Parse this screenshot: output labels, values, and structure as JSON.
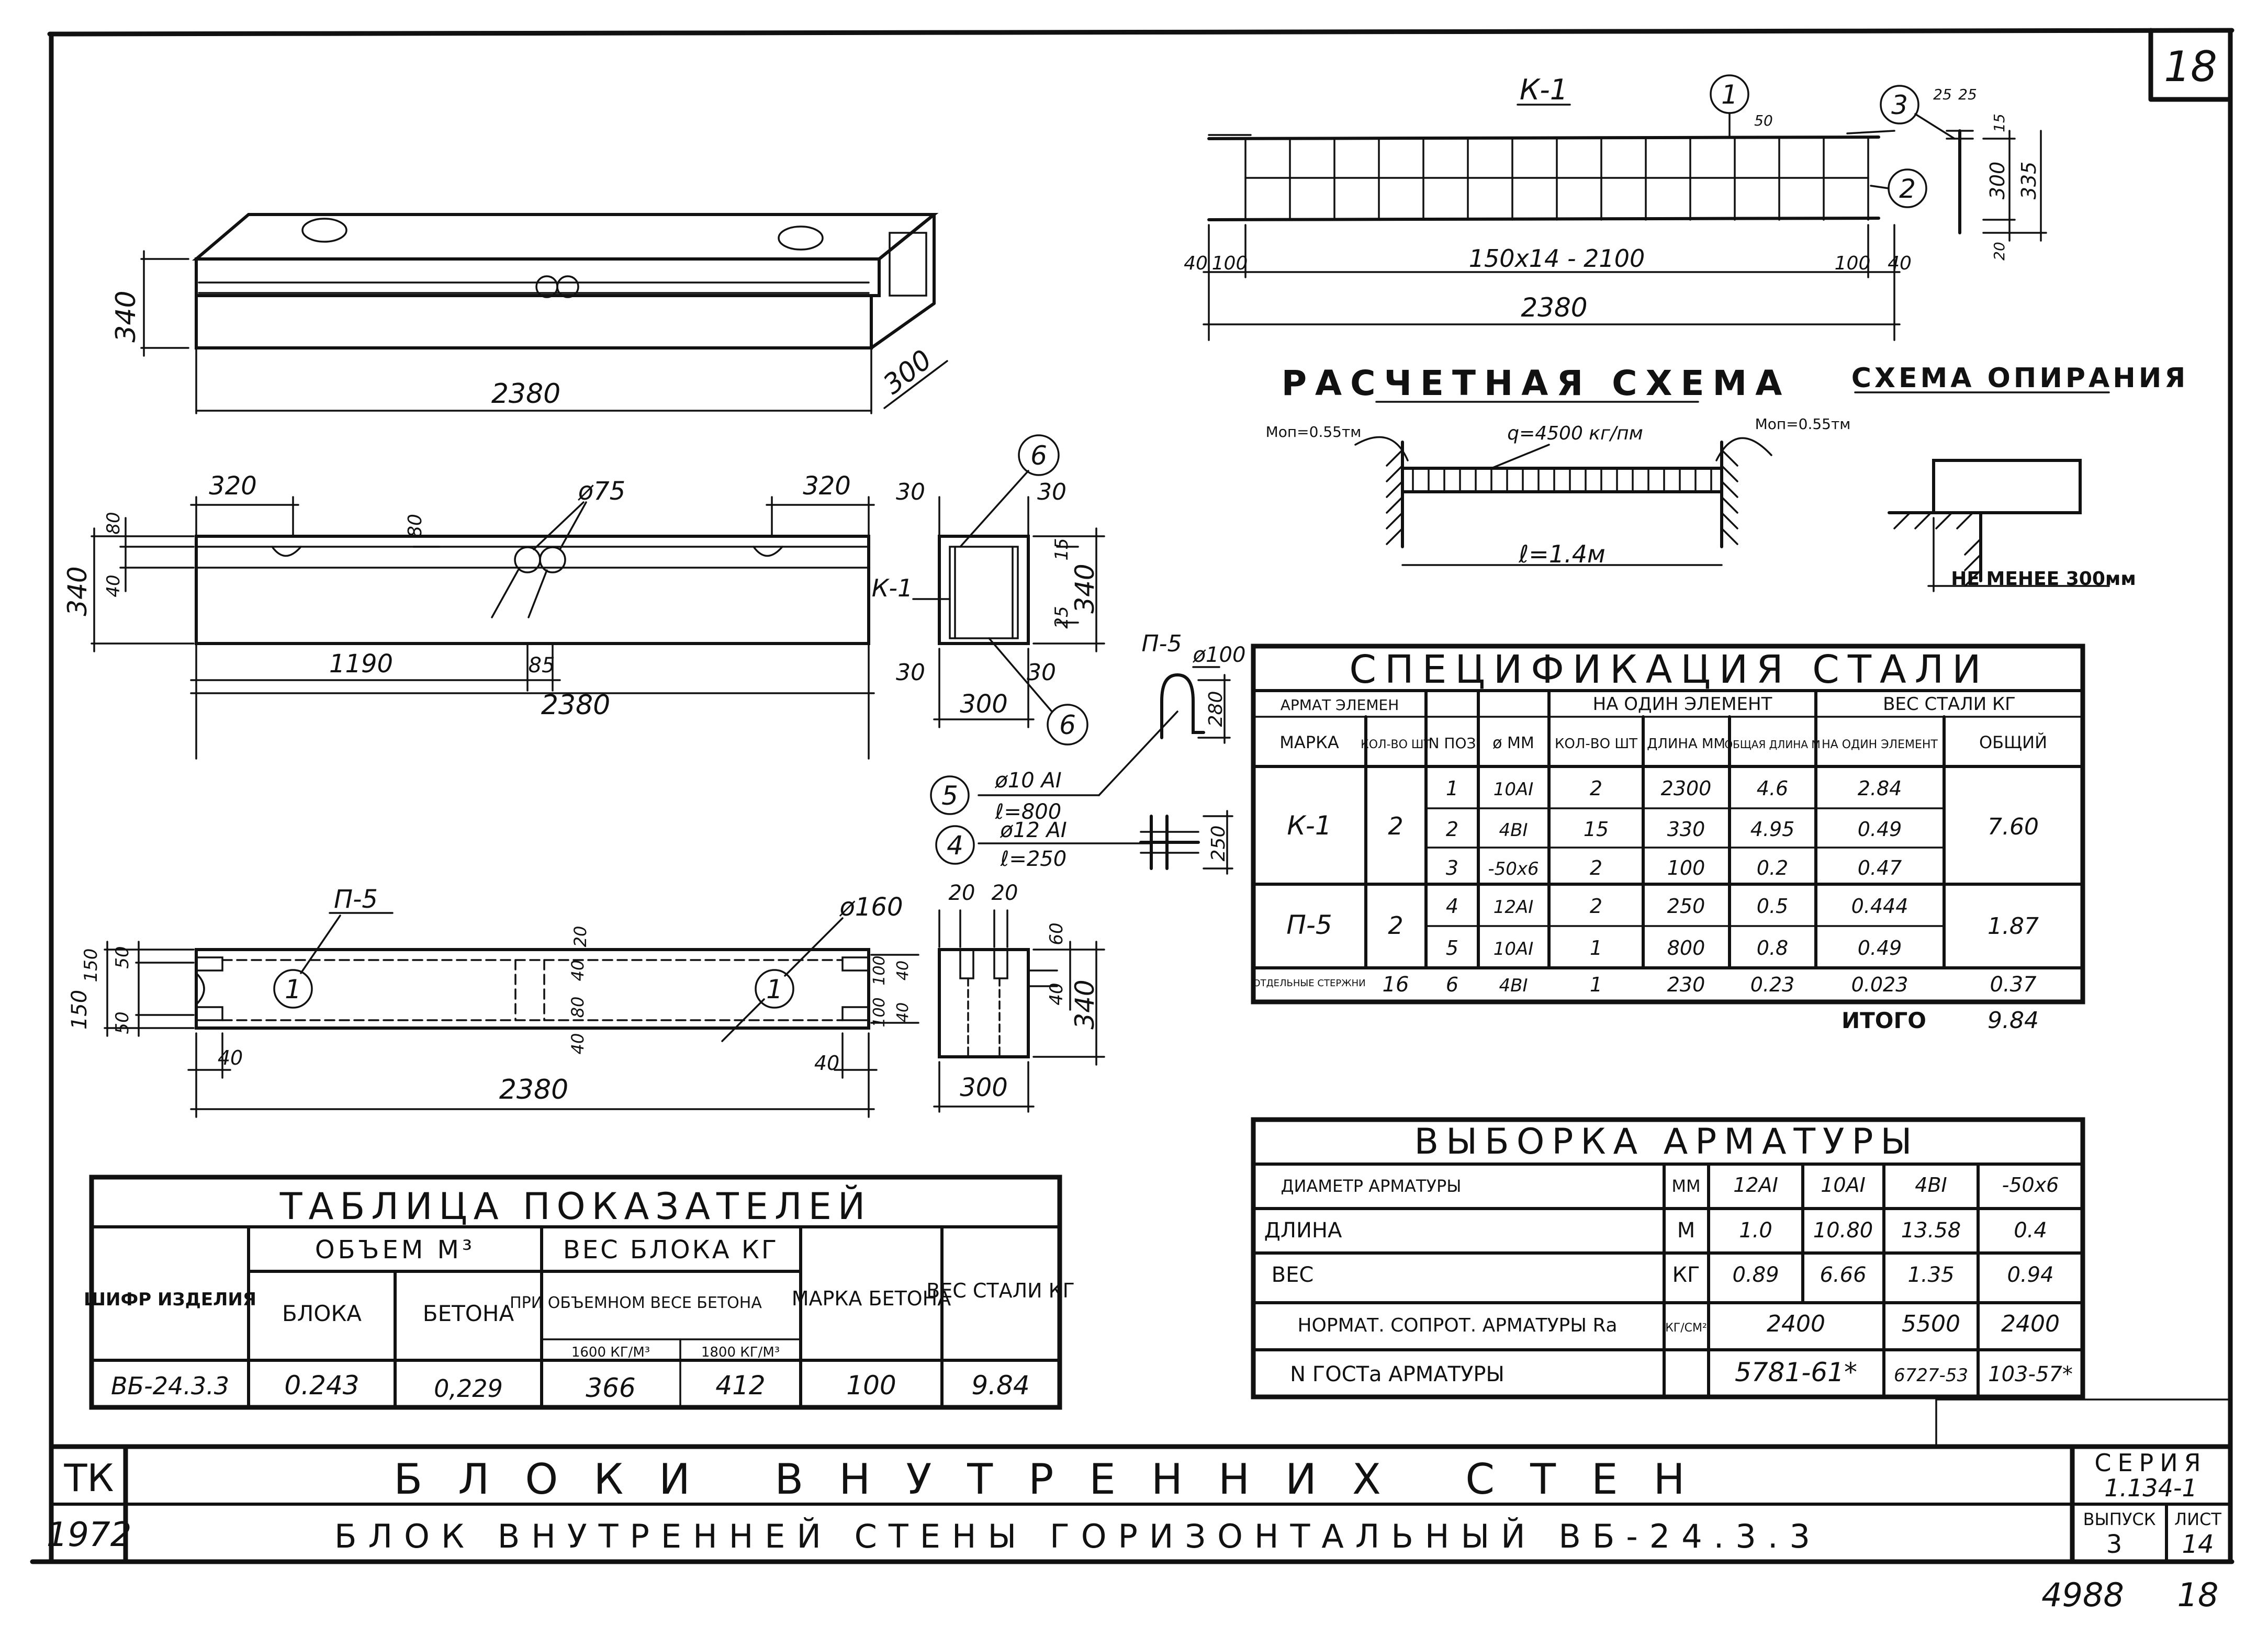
{
  "sheet_number": "18",
  "bottom_stamp": {
    "left": "4988",
    "right": "18"
  },
  "title_block": {
    "code": "ТК",
    "year": "1972",
    "title": "БЛОКИ ВНУТРЕННИХ СТЕН",
    "subtitle": "БЛОК ВНУТРЕННЕЙ СТЕНЫ ГОРИЗОНТАЛЬНЫЙ ВБ-24.3.3",
    "series_label": "СЕРИЯ",
    "series_value": "1.134-1",
    "issue_label": "ВЫПУСК",
    "issue_value": "3",
    "list_label": "ЛИСТ",
    "list_value": "14"
  },
  "iso_view": {
    "dim_length": "2380",
    "dim_height": "340",
    "dim_width": "300"
  },
  "front_view": {
    "dim_left": "320",
    "dim_right": "320",
    "hole_label": "ø75",
    "dim_top": "80",
    "dim_h1": "80",
    "dim_h2": "40",
    "dim_total": "340",
    "dim_half": "1190",
    "dim_small": "85",
    "dim_length": "2380"
  },
  "section_view": {
    "pos_top": "6",
    "pos_bottom": "6",
    "top_left": "30",
    "top_right": "30",
    "bottom_left": "30",
    "bottom_right": "30",
    "dim_15": "15",
    "dim_25": "25",
    "dim_h": "340",
    "dim_w": "300",
    "frame_label": "К-1"
  },
  "plan_view": {
    "item_label": "П-5",
    "pos_left": "1",
    "pos_right": "1",
    "hole_label": "ø160",
    "dim_150a": "150",
    "dim_50a": "50",
    "dim_150": "150",
    "dim_50b": "50",
    "dim_20": "20",
    "dim_40a": "40",
    "dim_40b": "40",
    "dim_80": "80",
    "dim_r100a": "100",
    "dim_r100b": "100",
    "dim_r40a": "40",
    "dim_r40b": "40",
    "dim_left40": "40",
    "dim_right40": "40",
    "dim_length": "2380"
  },
  "end_view": {
    "dim_20a": "20",
    "dim_20b": "20",
    "dim_60": "60",
    "dim_40": "40",
    "dim_340": "340",
    "dim_300": "300"
  },
  "cage_k1": {
    "label": "К-1",
    "pos1": "1",
    "pos2": "2",
    "pos3": "3",
    "dim_50": "50",
    "dim_25a": "25",
    "dim_25b": "25",
    "dim_15": "15",
    "dim_300": "300",
    "dim_335": "335",
    "dim_20": "20",
    "dim_40l": "40",
    "dim_100l": "100",
    "dim_span": "150x14 - 2100",
    "dim_100r": "100",
    "dim_40r": "40",
    "dim_total": "2380"
  },
  "loop_p5": {
    "label": "П-5",
    "diam": "ø100",
    "dim_280": "280",
    "dim_250": "250"
  },
  "rebar_callouts": [
    {
      "pos": "5",
      "line1": "ø10 AI",
      "line2": "ℓ=800"
    },
    {
      "pos": "4",
      "line1": "ø12 AI",
      "line2": "ℓ=250"
    }
  ],
  "design_scheme": {
    "title": "РАСЧЕТНАЯ СХЕМА",
    "moment_left": "Моп=0.55тм",
    "moment_right": "Моп=0.55тм",
    "load": "q=4500 кг/пм",
    "span": "ℓ=1.4м"
  },
  "support_scheme": {
    "title": "СХЕМА ОПИРАНИЯ",
    "note": "НЕ МЕНЕЕ 300мм"
  },
  "steel_spec": {
    "title": "СПЕЦИФИКАЦИЯ СТАЛИ",
    "h_elements": "АРМАТ ЭЛЕМЕН",
    "h_mark": "МАРКА",
    "h_qty": "КОЛ-ВО ШТ",
    "h_pos": "N ПОЗ",
    "h_diam": "ø ММ",
    "h_per_element": "НА ОДИН ЭЛЕМЕНТ",
    "h_count": "КОЛ-ВО ШТ",
    "h_length": "ДЛИНА ММ",
    "h_total_length": "ОБЩАЯ ДЛИНА М",
    "h_steel_weight": "ВЕС СТАЛИ КГ",
    "h_weight_one": "НА ОДИН ЭЛЕМЕНТ",
    "h_weight_total": "ОБЩИЙ",
    "groups": [
      {
        "mark": "К-1",
        "qty": "2",
        "total": "7.60"
      },
      {
        "mark": "П-5",
        "qty": "2",
        "total": "1.87"
      },
      {
        "mark": "ОТДЕЛЬНЫЕ СТЕРЖНИ",
        "qty": "16",
        "total": "0.37"
      }
    ],
    "rows": [
      {
        "pos": "1",
        "diam": "10AI",
        "count": "2",
        "length": "2300",
        "total_length": "4.6",
        "weight": "2.84"
      },
      {
        "pos": "2",
        "diam": "4BI",
        "count": "15",
        "length": "330",
        "total_length": "4.95",
        "weight": "0.49"
      },
      {
        "pos": "3",
        "diam": "-50x6",
        "count": "2",
        "length": "100",
        "total_length": "0.2",
        "weight": "0.47"
      },
      {
        "pos": "4",
        "diam": "12AI",
        "count": "2",
        "length": "250",
        "total_length": "0.5",
        "weight": "0.444"
      },
      {
        "pos": "5",
        "diam": "10AI",
        "count": "1",
        "length": "800",
        "total_length": "0.8",
        "weight": "0.49"
      },
      {
        "pos": "6",
        "diam": "4BI",
        "count": "1",
        "length": "230",
        "total_length": "0.23",
        "weight": "0.023"
      }
    ],
    "total_label": "ИТОГО",
    "total_value": "9.84"
  },
  "rebar_selection": {
    "title": "ВЫБОРКА АРМАТУРЫ",
    "col_headers": [
      "ДИАМЕТР АРМАТУРЫ",
      "ММ",
      "12AI",
      "10AI",
      "4BI",
      "-50x6"
    ],
    "rows": [
      {
        "label": "ДЛИНА",
        "unit": "М",
        "values": [
          "1.0",
          "10.80",
          "13.58",
          "0.4"
        ]
      },
      {
        "label": "ВЕС",
        "unit": "КГ",
        "values": [
          "0.89",
          "6.66",
          "1.35",
          "0.94"
        ]
      },
      {
        "label": "НОРМАТ. СОПРОТ. АРМАТУРЫ Rа",
        "unit": "КГ/СМ²",
        "v_merged": "2400",
        "v3": "5500",
        "v4": "2400"
      },
      {
        "label": "N ГОСТа АРМАТУРЫ",
        "unit": "",
        "v_merged": "5781-61*",
        "v3": "6727-53",
        "v4": "103-57*"
      }
    ]
  },
  "indicators": {
    "title": "ТАБЛИЦА ПОКАЗАТЕЛЕЙ",
    "h_code": "ШИФР ИЗДЕЛИЯ",
    "h_volume": "ОБЪЕМ М³",
    "h_block": "БЛОКА",
    "h_concrete": "БЕТОНА",
    "h_weight": "ВЕС БЛОКА КГ",
    "h_weight_sub": "ПРИ ОБЪЕМНОМ ВЕСЕ БЕТОНА",
    "h_w1600": "1600 КГ/М³",
    "h_w1800": "1800 КГ/М³",
    "h_grade": "МАРКА БЕТОНА",
    "h_steel": "ВЕС СТАЛИ КГ",
    "row": {
      "code": "ВБ-24.3.3",
      "vol_block": "0.243",
      "vol_concrete": "0,229",
      "w1600": "366",
      "w1800": "412",
      "grade": "100",
      "steel": "9.84"
    }
  }
}
